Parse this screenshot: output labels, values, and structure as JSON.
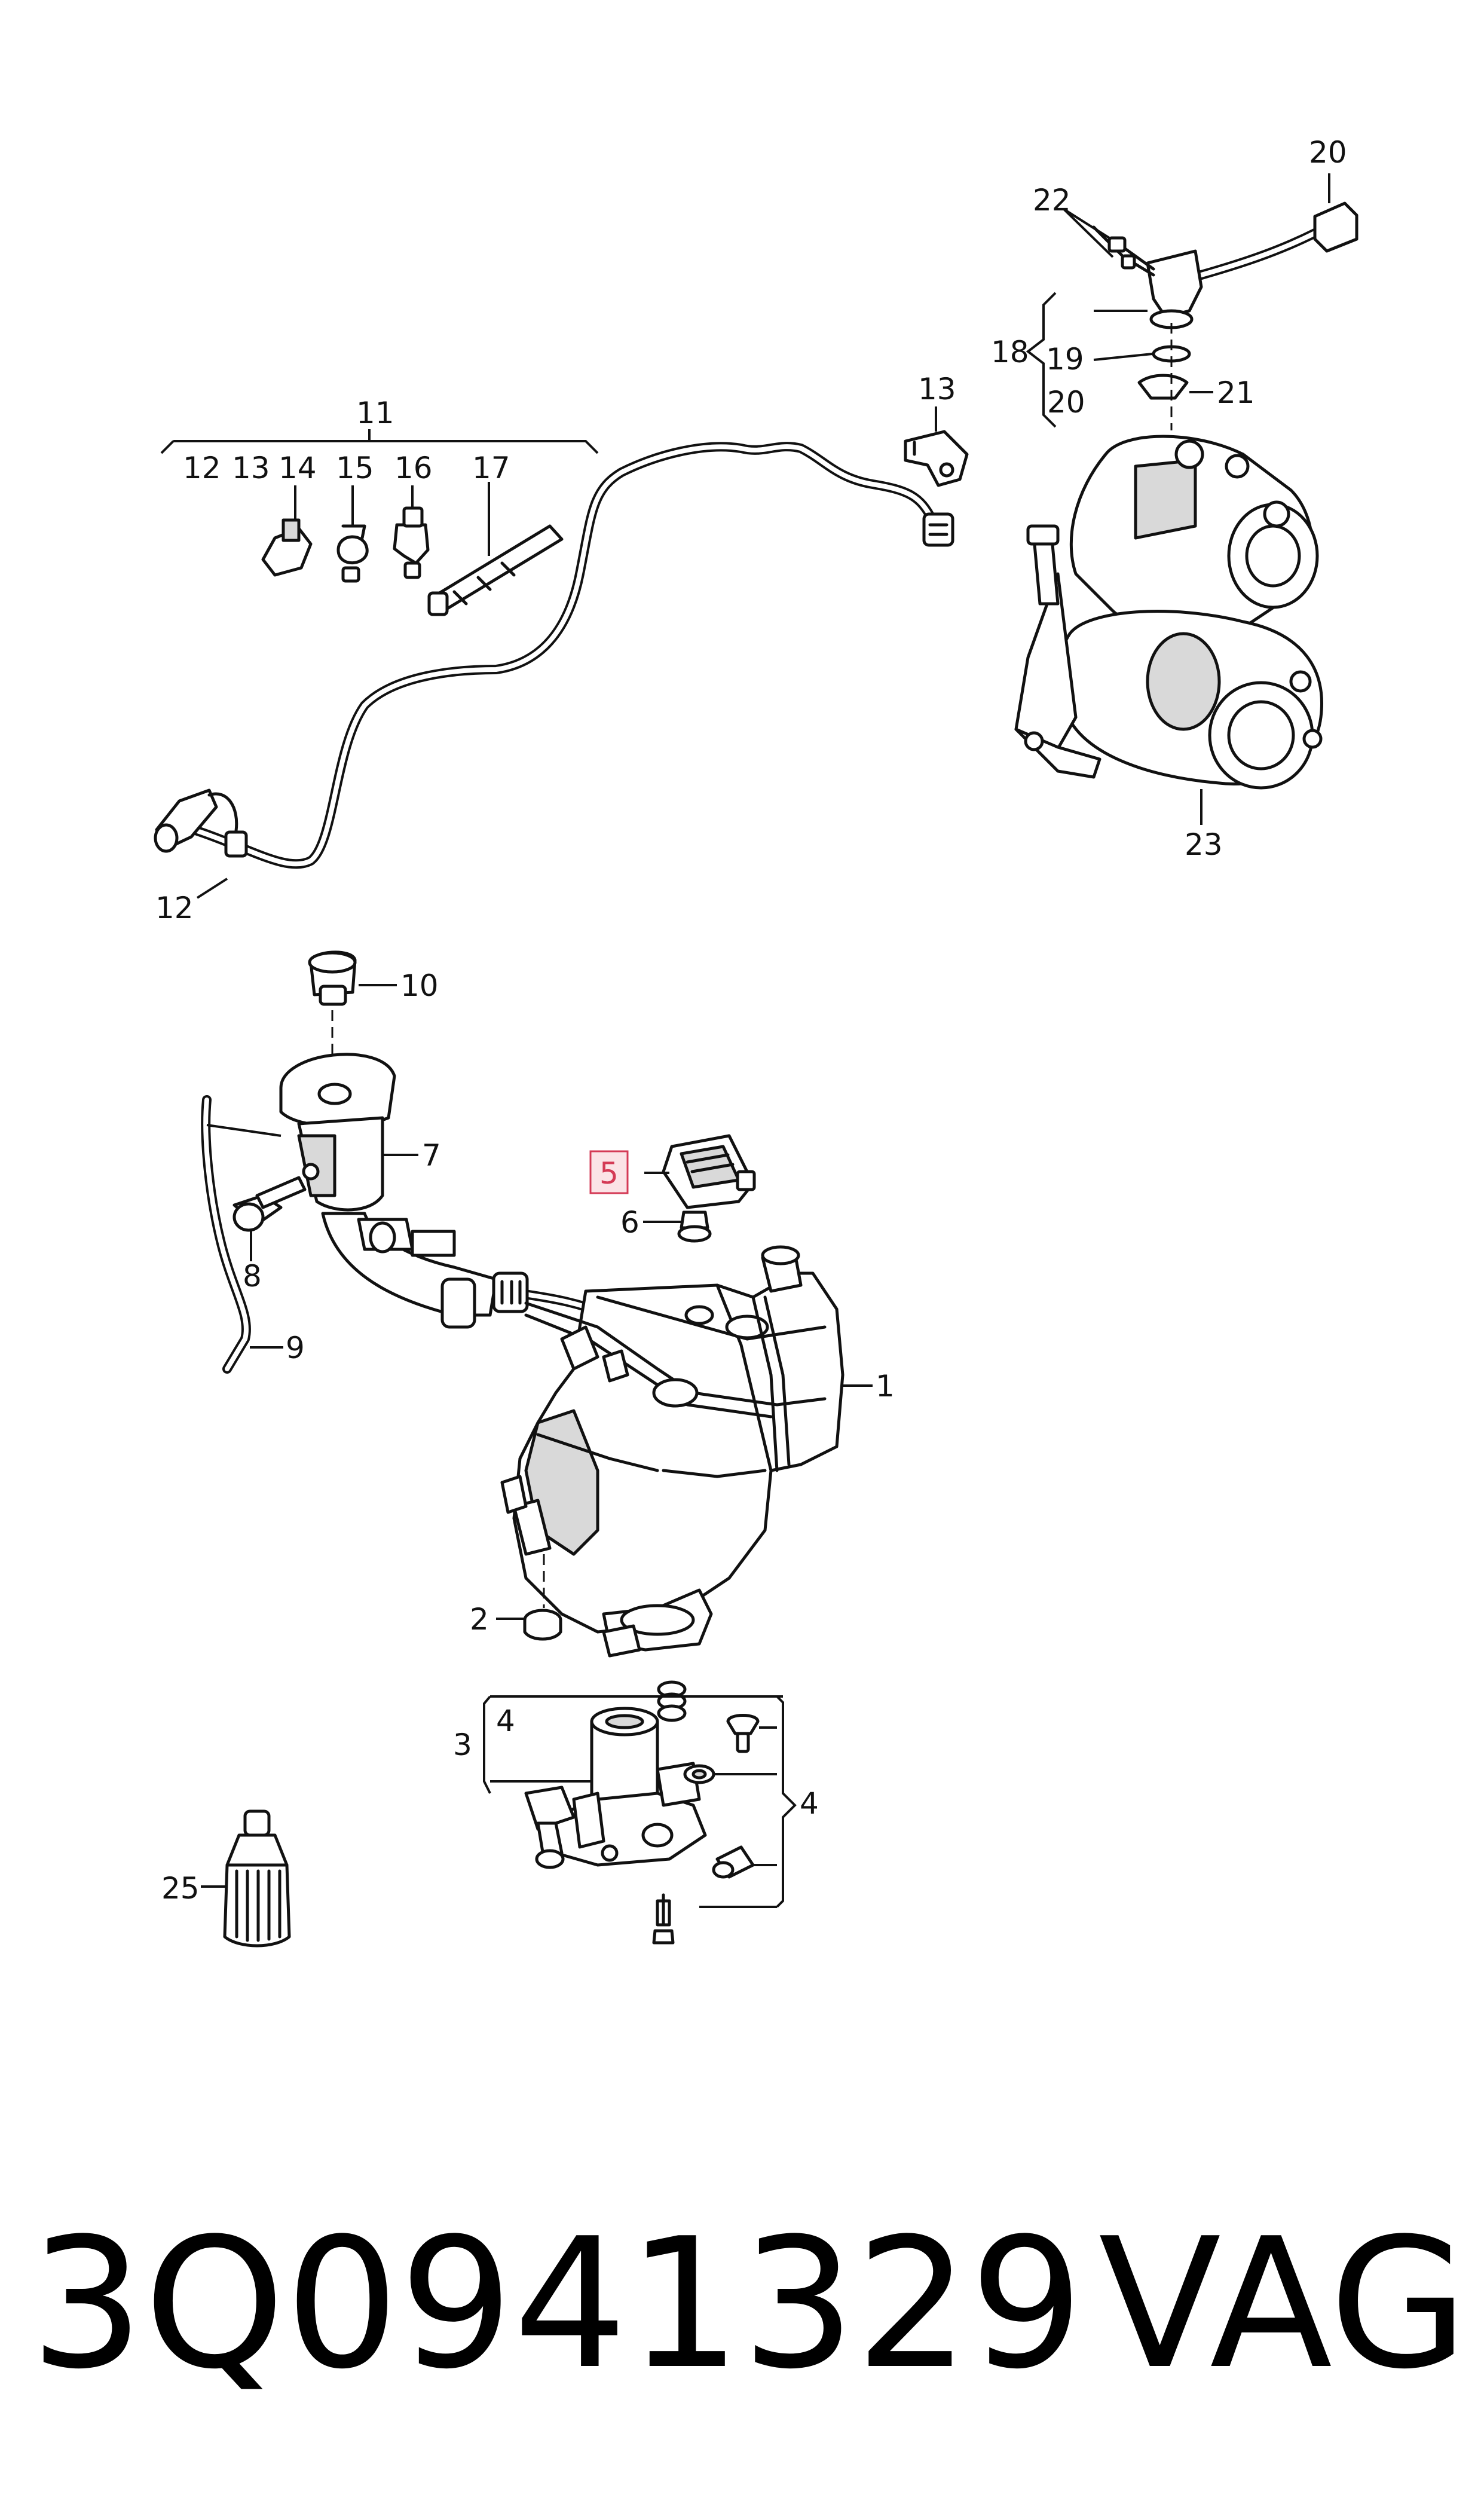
{
  "diagram": {
    "labels": {
      "l1": "1",
      "l2": "2",
      "l3": "3",
      "l4a": "4",
      "l4b": "4",
      "l5": "5",
      "l6": "6",
      "l7": "7",
      "l8": "8",
      "l9": "9",
      "l10": "10",
      "l11": "11",
      "l12a": "12",
      "l12b": "12",
      "l13a": "13",
      "l13b": "13",
      "l14": "14",
      "l15": "15",
      "l16": "16",
      "l17": "17",
      "l18": "18",
      "l19": "19",
      "l20a": "20",
      "l20b": "20",
      "l21": "21",
      "l22": "22",
      "l23": "23",
      "l25": "25"
    },
    "highlighted_label": "5",
    "highlight_color": "#d43a55"
  },
  "footer": {
    "part_number": "3Q0941329",
    "brand": "VAG"
  }
}
